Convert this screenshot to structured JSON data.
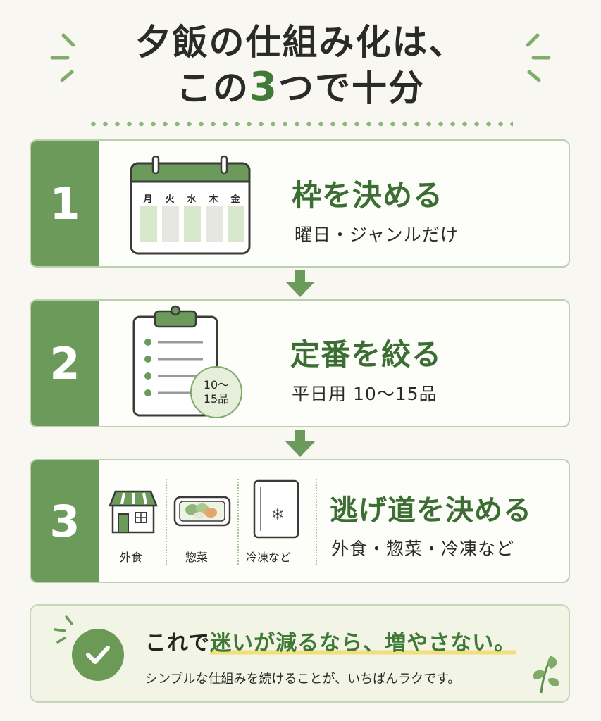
{
  "title": {
    "line1": "夕飯の仕組み化は、",
    "line2_before": "この",
    "line2_number": "3",
    "line2_after": "つで十分"
  },
  "steps": [
    {
      "number": "1",
      "title": "枠を決める",
      "subtitle": "曜日・ジャンルだけ",
      "icon": "calendar-icon",
      "calendar_days": [
        "月",
        "火",
        "水",
        "木",
        "金"
      ]
    },
    {
      "number": "2",
      "title": "定番を絞る",
      "subtitle": "平日用 10〜15品",
      "icon": "clipboard-icon",
      "badge_line1": "10〜",
      "badge_line2": "15品"
    },
    {
      "number": "3",
      "title": "逃げ道を決める",
      "subtitle": "外食・惣菜・冷凍など",
      "options": [
        {
          "icon": "restaurant-icon",
          "label": "外食"
        },
        {
          "icon": "deli-container-icon",
          "label": "惣菜"
        },
        {
          "icon": "freezer-icon",
          "label": "冷凍など"
        }
      ]
    }
  ],
  "conclusion": {
    "icon": "check-icon",
    "before": "これで",
    "highlight": "迷いが減るなら、増やさない。",
    "sub": "シンプルな仕組みを続けることが、いちばんラクです。"
  },
  "colors": {
    "accent_green": "#6c9a5a",
    "title_green": "#3c6e33",
    "background": "#f8f7f1",
    "highlight_yellow": "#f2de7a"
  }
}
